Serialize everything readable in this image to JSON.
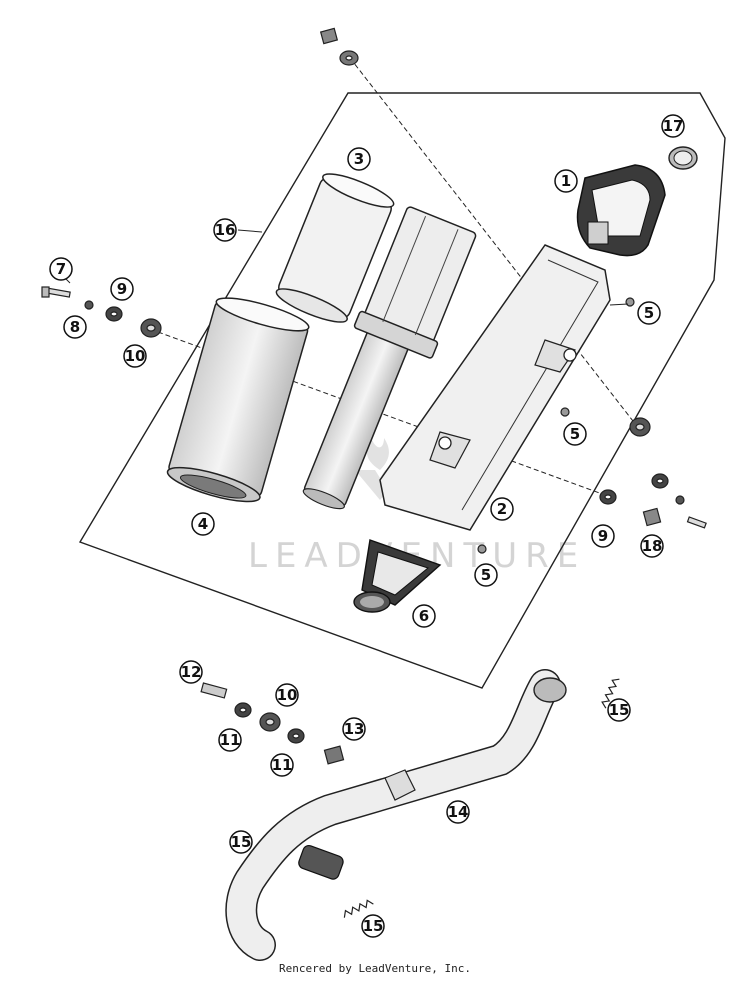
{
  "callouts": {
    "c1": "1",
    "c2": "2",
    "c3": "3",
    "c4": "4",
    "c5a": "5",
    "c5b": "5",
    "c5c": "5",
    "c6": "6",
    "c7": "7",
    "c8": "8",
    "c9a": "9",
    "c9b": "9",
    "c10a": "10",
    "c10b": "10",
    "c11a": "11",
    "c11b": "11",
    "c12": "12",
    "c13": "13",
    "c14": "14",
    "c15a": "15",
    "c15b": "15",
    "c15c": "15",
    "c16": "16",
    "c17": "17",
    "c18": "18"
  },
  "watermark": "LEADVENTURE",
  "footer": "Rencered by LeadVenture, Inc."
}
